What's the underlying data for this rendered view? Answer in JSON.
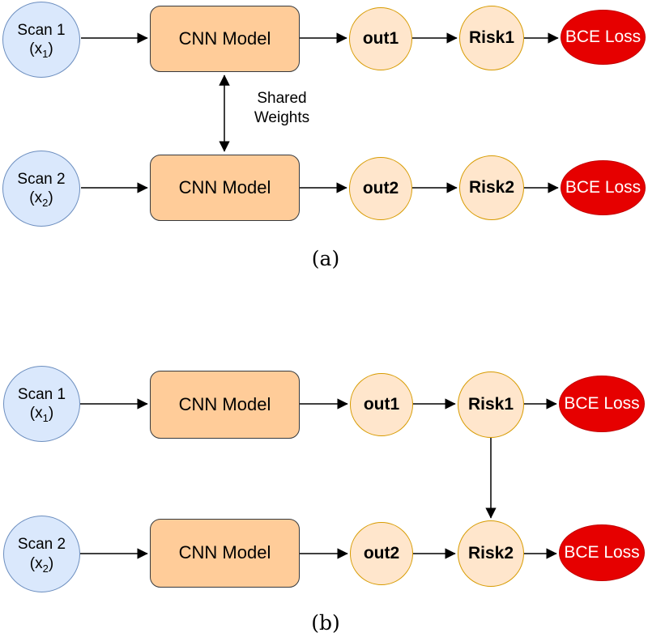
{
  "colors": {
    "scan_fill": "#DAE8FC",
    "scan_stroke": "#6C8EBF",
    "cnn_fill": "#FFCC99",
    "cnn_stroke": "#36393D",
    "out_fill": "#FFE6CC",
    "out_stroke": "#D79B00",
    "loss_fill": "#E60000",
    "loss_stroke": "#C30000",
    "arrow_color": "#000000"
  },
  "figure": {
    "a": {
      "caption": "(a)",
      "shared_weights": {
        "line1": "Shared",
        "line2": "Weights"
      },
      "row1": {
        "scan_name": "Scan 1",
        "scan_var_open": "(x",
        "scan_var_sub": "1",
        "scan_var_close": ")",
        "cnn_label": "CNN Model",
        "out_label": "out1",
        "risk_label": "Risk1",
        "loss_label": "BCE Loss"
      },
      "row2": {
        "scan_name": "Scan 2",
        "scan_var_open": "(x",
        "scan_var_sub": "2",
        "scan_var_close": ")",
        "cnn_label": "CNN Model",
        "out_label": "out2",
        "risk_label": "Risk2",
        "loss_label": "BCE Loss"
      }
    },
    "b": {
      "caption": "(b)",
      "row1": {
        "scan_name": "Scan 1",
        "scan_var_open": "(x",
        "scan_var_sub": "1",
        "scan_var_close": ")",
        "cnn_label": "CNN Model",
        "out_label": "out1",
        "risk_label": "Risk1",
        "loss_label": "BCE Loss"
      },
      "row2": {
        "scan_name": "Scan 2",
        "scan_var_open": "(x",
        "scan_var_sub": "2",
        "scan_var_close": ")",
        "cnn_label": "CNN Model",
        "out_label": "out2",
        "risk_label": "Risk2",
        "loss_label": "BCE Loss"
      }
    }
  }
}
